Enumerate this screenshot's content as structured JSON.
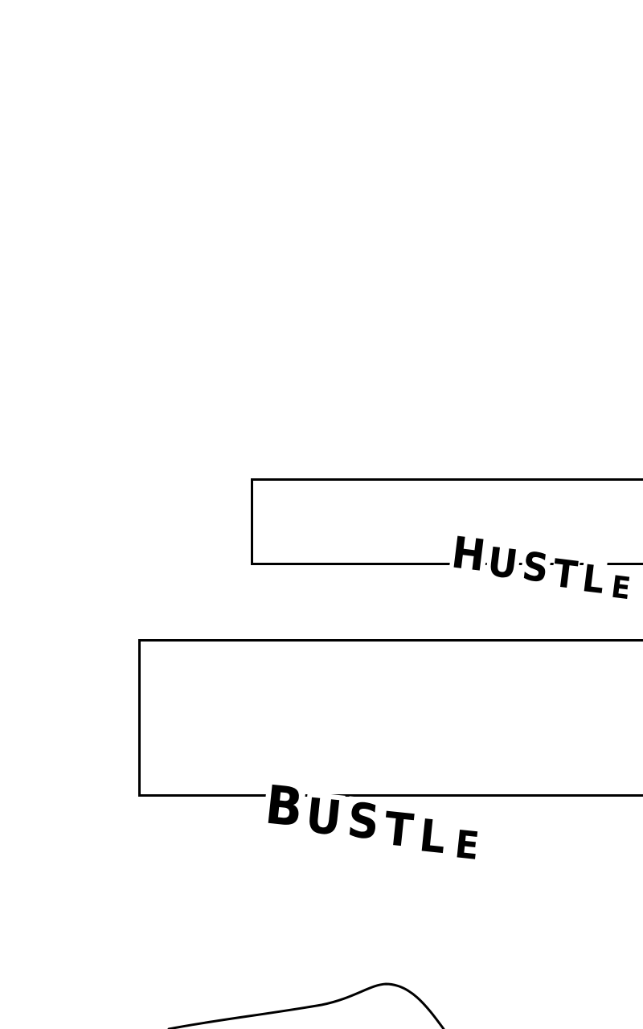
{
  "sound_effects": {
    "top": [
      "H",
      "U",
      "S",
      "T",
      "L",
      "E"
    ],
    "middle": [
      "B",
      "U",
      "S",
      "T",
      "L",
      "E"
    ]
  },
  "colors": {
    "background": "#ffffff",
    "ink": "#000000"
  }
}
